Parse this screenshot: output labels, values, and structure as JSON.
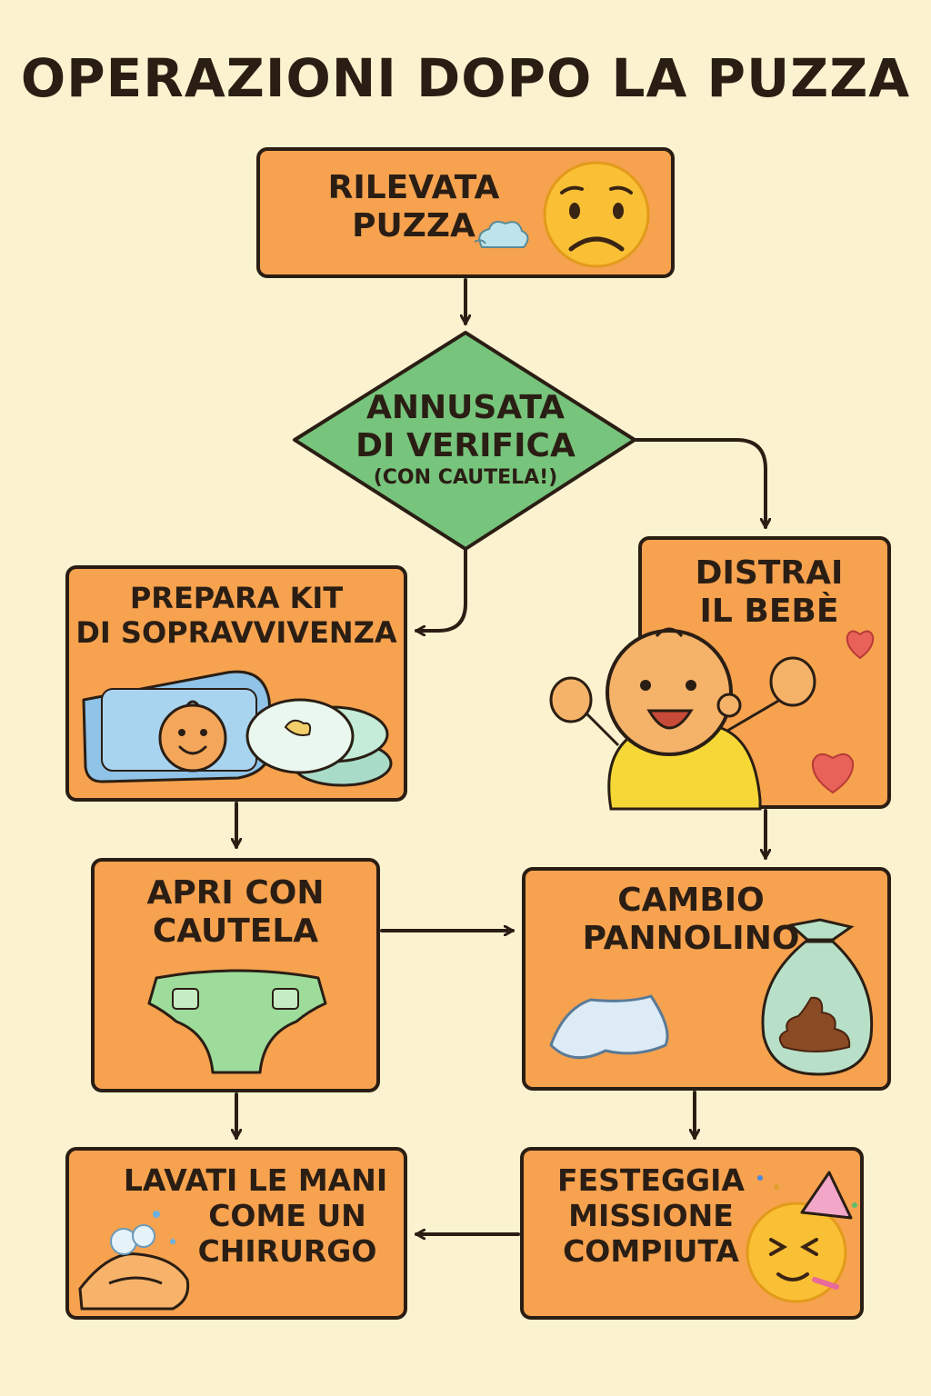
{
  "title": "OPERAZIONI DOPO LA PUZZA",
  "nodes": {
    "rilevata": {
      "line1": "RILEVATA",
      "line2": "PUZZA"
    },
    "annusata": {
      "line1": "ANNUSATA",
      "line2": "DI VERIFICA",
      "line3": "(CON CAUTELA!)"
    },
    "prepara": {
      "line1": "PREPARA KIT",
      "line2": "DI SOPRAVVIVENZA"
    },
    "distrai": {
      "line1": "DISTRAI",
      "line2": "IL BEBÈ"
    },
    "apri": {
      "line1": "APRI CON",
      "line2": "CAUTELA"
    },
    "cambio": {
      "line1": "CAMBIO",
      "line2": "PANNOLINO"
    },
    "lavati": {
      "line1": "LAVATI LE MANI",
      "line2": "COME UN",
      "line3": "CHIRURGO"
    },
    "festeggia": {
      "line1": "FESTEGGIA",
      "line2": "MISSIONE",
      "line3": "COMPIUTA"
    }
  },
  "colors": {
    "background": "#fbf2cf",
    "box": "#f6a24f",
    "decision": "#77c47c",
    "outline": "#2a1e14"
  },
  "icons": [
    "worried-face-icon",
    "stink-cloud-icon",
    "wipes-pack-icon",
    "diaper-icon",
    "waving-baby-icon",
    "heart-icon",
    "tissue-icon",
    "poop-bag-icon",
    "washing-hands-icon",
    "party-face-icon"
  ]
}
